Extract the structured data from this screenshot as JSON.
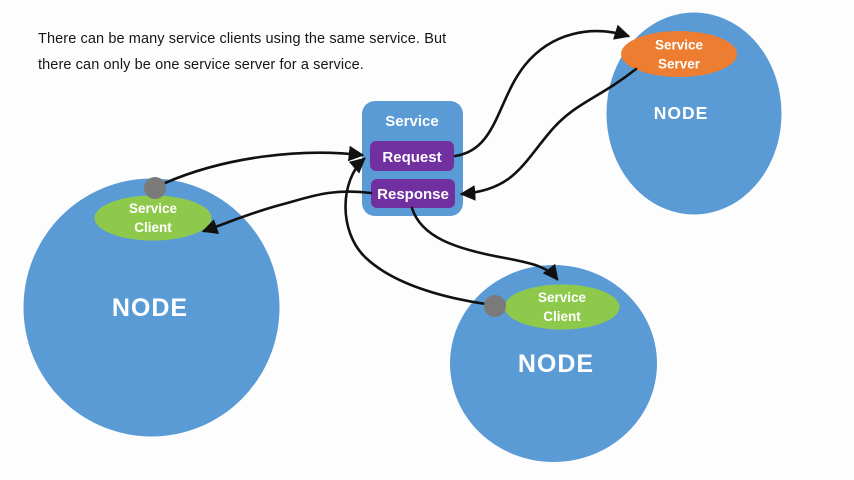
{
  "caption": {
    "lines": [
      "There can be many service clients using the same service. But",
      "there can only be one service server for a service."
    ]
  },
  "service_panel": {
    "title": "Service",
    "request_label": "Request",
    "response_label": "Response"
  },
  "nodes": {
    "left": {
      "title": "NODE",
      "badge": {
        "line1": "Service",
        "line2": "Client"
      }
    },
    "top_right": {
      "title": "NODE",
      "badge": {
        "line1": "Service",
        "line2": "Server"
      }
    },
    "bottom": {
      "title": "NODE",
      "badge": {
        "line1": "Service",
        "line2": "Client"
      }
    }
  },
  "colors": {
    "node_fill": "#5B9BD5",
    "service_panel_fill": "#5B9BD5",
    "message_fill": "#7030A0",
    "client_fill": "#8FC94C",
    "server_fill": "#ED7D31",
    "junction_dot": "#7A7A7A",
    "connector": "#111111",
    "label_text": "#FFFFFF",
    "caption_text": "#161616"
  }
}
